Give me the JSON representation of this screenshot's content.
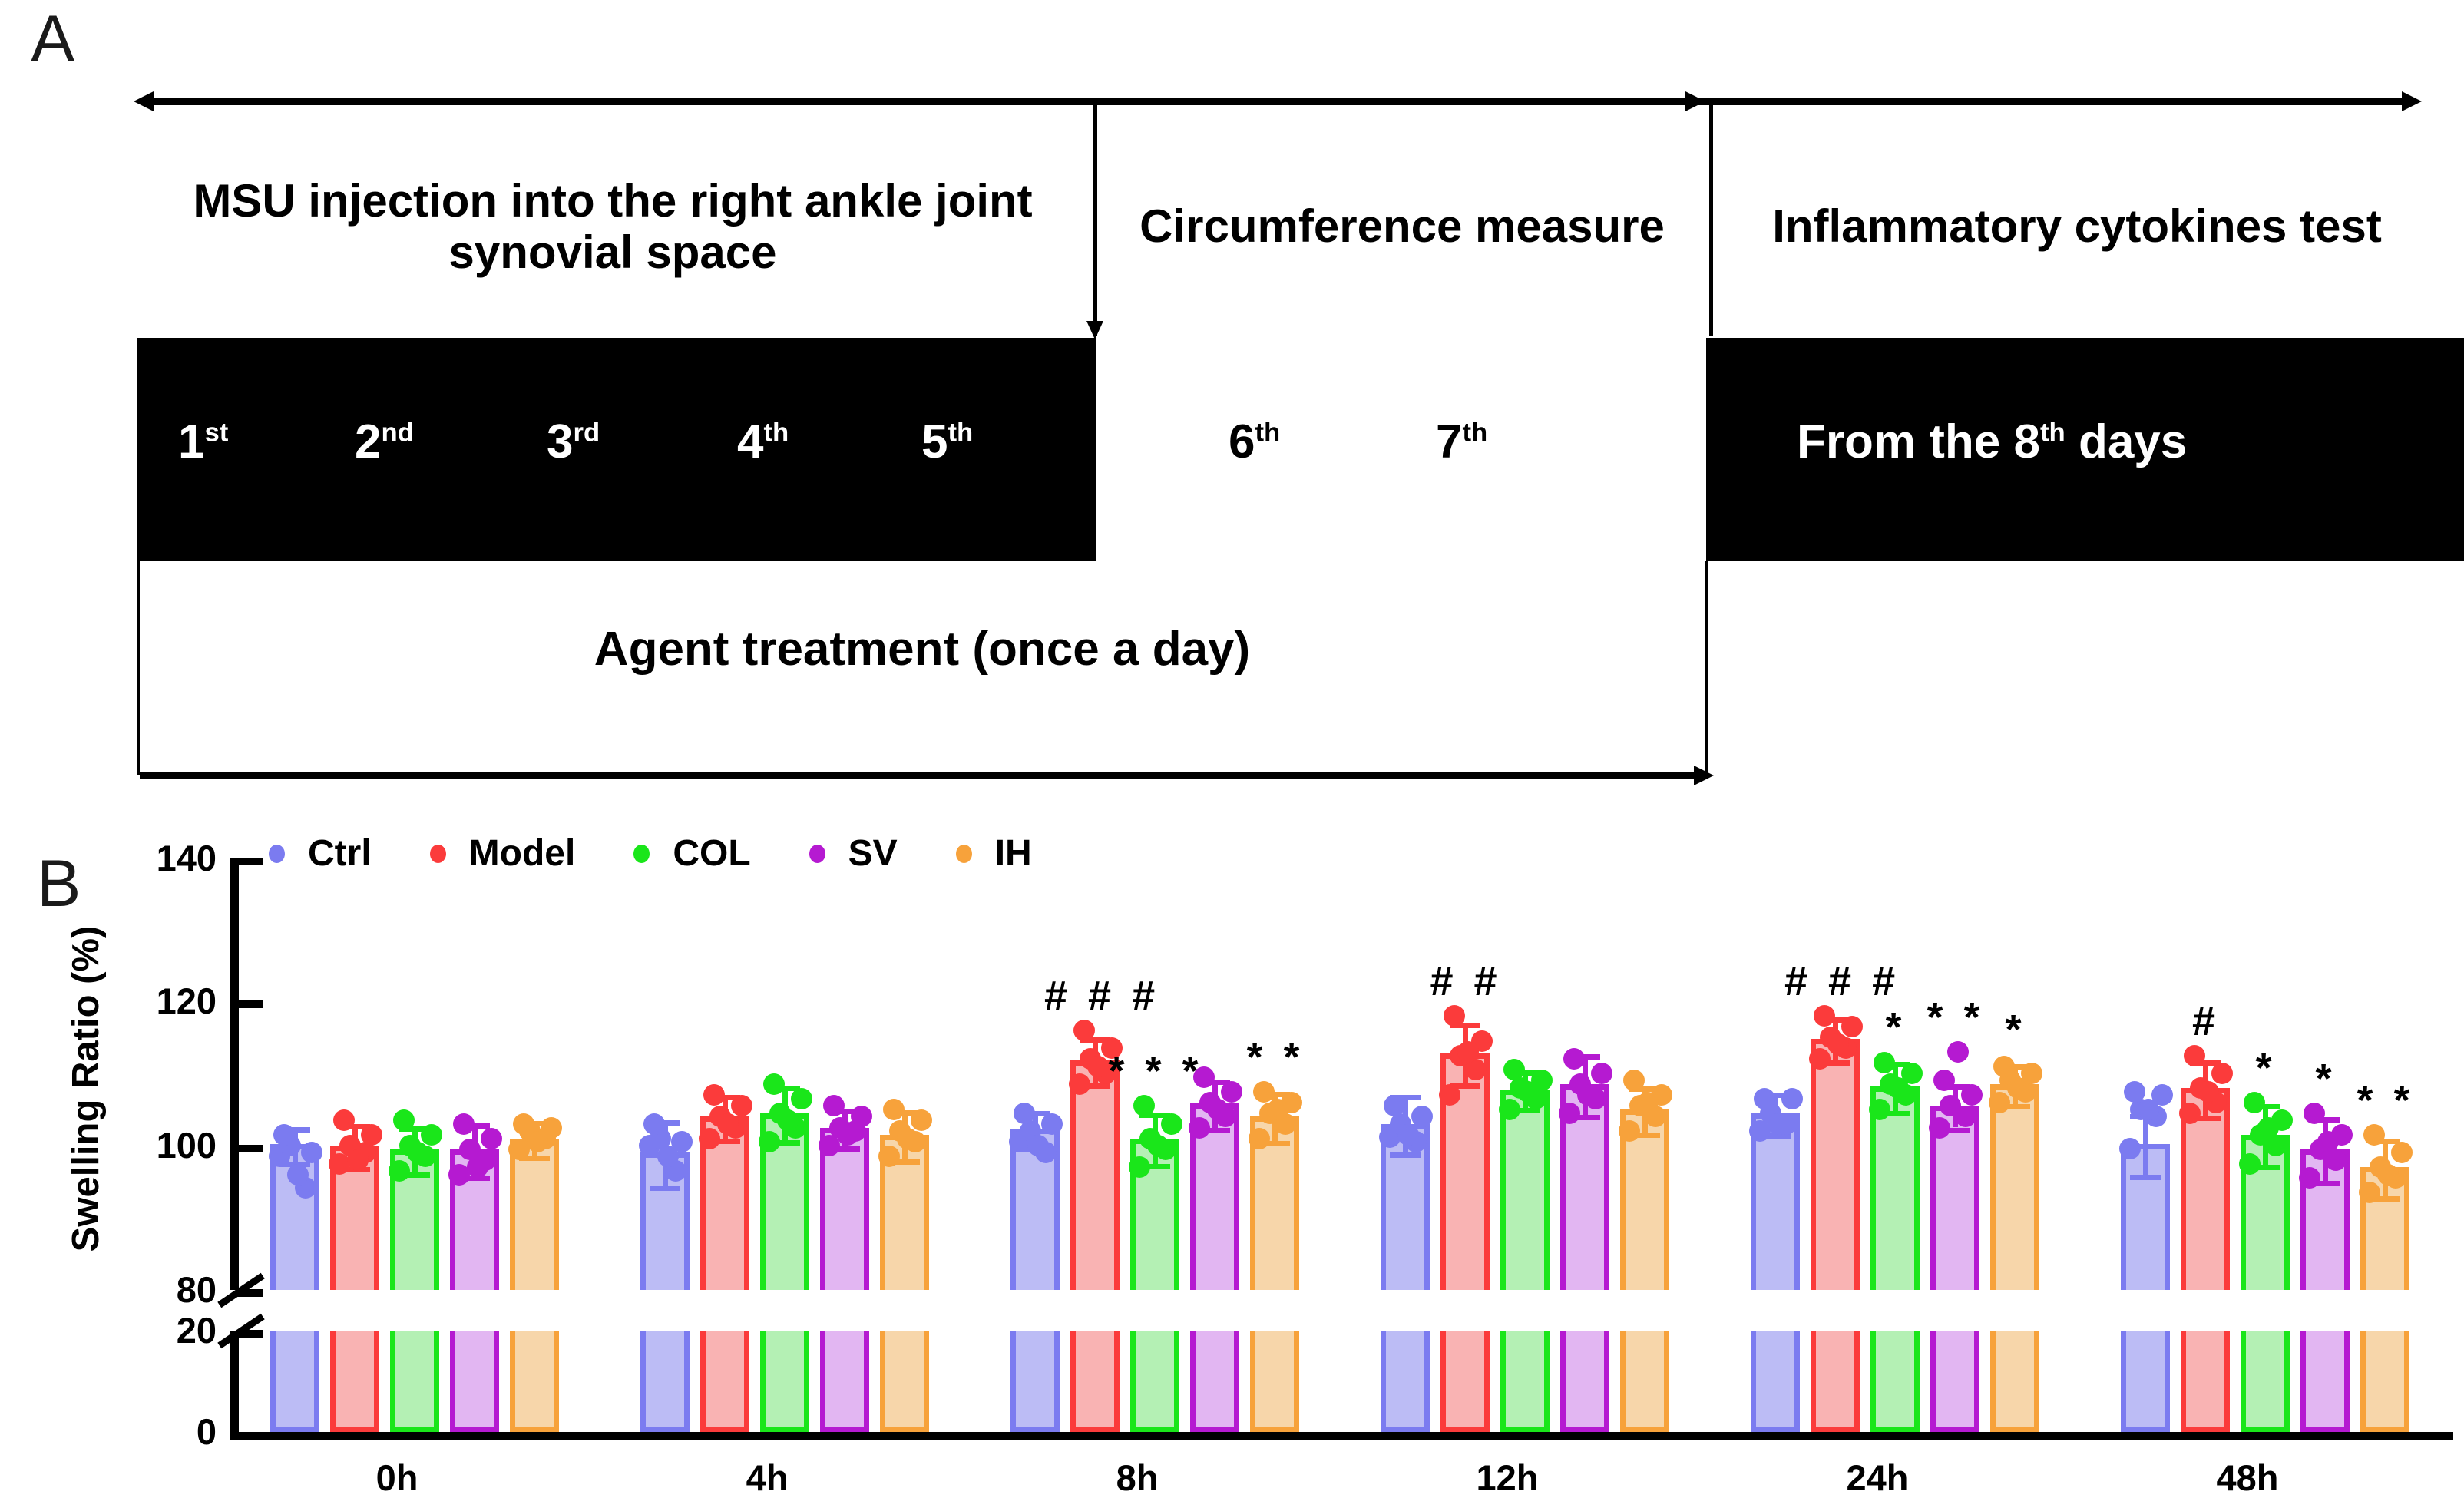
{
  "panels": {
    "a": {
      "letter": "A"
    },
    "b": {
      "letter": "B"
    }
  },
  "timeline": {
    "phases": [
      {
        "id": "injection",
        "text": "MSU  injection into the right ankle joint synovial space"
      },
      {
        "id": "circumference",
        "text": "Circumference measure"
      },
      {
        "id": "cytokines",
        "text": "Inflammatory cytokines test"
      }
    ],
    "day_cells": [
      {
        "id": "day-1",
        "num": "1",
        "ord": "st",
        "style": "black"
      },
      {
        "id": "day-2",
        "num": "2",
        "ord": "nd",
        "style": "black"
      },
      {
        "id": "day-3",
        "num": "3",
        "ord": "rd",
        "style": "black"
      },
      {
        "id": "day-4",
        "num": "4",
        "ord": "th",
        "style": "black"
      },
      {
        "id": "day-5",
        "num": "5",
        "ord": "th",
        "style": "black"
      },
      {
        "id": "day-6",
        "num": "6",
        "ord": "th",
        "style": "white"
      },
      {
        "id": "day-7",
        "num": "7",
        "ord": "th",
        "style": "white"
      }
    ],
    "from_eighth": {
      "pre": "From the ",
      "num": "8",
      "ord": "th",
      "post": " days"
    },
    "treatment_label": "Agent treatment (once a day)"
  },
  "chart_data": {
    "type": "bar",
    "title": "",
    "xlabel": "",
    "ylabel": "Swelling Ratio (%)",
    "ylim": [
      0,
      140
    ],
    "y_ticks": [
      "140",
      "120",
      "100",
      "80",
      "20",
      "0"
    ],
    "axis_break": {
      "upper_low": 80,
      "lower_high": 20
    },
    "grid": false,
    "legend_position": "top",
    "categories": [
      "0h",
      "4h",
      "8h",
      "12h",
      "24h",
      "48h"
    ],
    "series": [
      {
        "name": "Ctrl",
        "color": "#7b7bf0",
        "fill": "#bcbcf5",
        "values": [
          100.2,
          99.0,
          102.3,
          103.0,
          104.5,
          100.2
        ],
        "errors": [
          2.4,
          4.5,
          2.5,
          4.0,
          2.8,
          4.2
        ],
        "points": [
          [
            98.5,
            100.0,
            100.5,
            101.2,
            102.0,
            99.6
          ],
          [
            94.2,
            96.5,
            99.0,
            100.5,
            103.0,
            104.0
          ],
          [
            100.0,
            101.0,
            102.0,
            103.0,
            104.5,
            105.0
          ],
          [
            99.0,
            100.5,
            103.0,
            104.0,
            106.5,
            107.0
          ],
          [
            101.5,
            103.0,
            104.5,
            105.5,
            106.5,
            107.5
          ],
          [
            96.0,
            98.5,
            100.0,
            101.5,
            103.0,
            105.0
          ]
        ],
        "sig": [
          "",
          "",
          "",
          "",
          "",
          ""
        ]
      },
      {
        "name": "Model",
        "color": "#fb3b3b",
        "fill": "#f9b3b3",
        "values": [
          100.0,
          104.0,
          111.8,
          112.8,
          114.8,
          108.0
        ],
        "errors": [
          3.0,
          3.0,
          3.2,
          4.2,
          3.0,
          3.8
        ],
        "points": [
          [
            97.5,
            101.0,
            108.5,
            107.0,
            112.0,
            104.5
          ],
          [
            99.0,
            102.5,
            110.0,
            110.5,
            113.5,
            106.0
          ],
          [
            100.0,
            104.0,
            112.0,
            112.5,
            115.0,
            108.0
          ],
          [
            101.5,
            105.5,
            113.5,
            114.5,
            116.5,
            110.0
          ],
          [
            103.5,
            107.0,
            116.0,
            118.0,
            118.0,
            112.5
          ],
          [
            98.0,
            103.0,
            111.0,
            113.0,
            114.0,
            107.5
          ]
        ],
        "sig": [
          "",
          "",
          "# # #",
          "# #",
          "# # #",
          "#"
        ]
      },
      {
        "name": "COL",
        "color": "#1ae61a",
        "fill": "#b4f0b4",
        "values": [
          99.5,
          104.5,
          101.0,
          107.8,
          108.2,
          101.5
        ],
        "errors": [
          3.2,
          3.8,
          3.6,
          2.6,
          3.4,
          4.2
        ],
        "points": [
          [
            96.5,
            100.5,
            97.0,
            105.0,
            105.0,
            97.5
          ],
          [
            98.5,
            102.5,
            99.5,
            106.5,
            107.0,
            100.0
          ],
          [
            100.0,
            104.5,
            101.0,
            108.0,
            108.5,
            101.5
          ],
          [
            101.5,
            106.5,
            103.0,
            109.0,
            110.0,
            103.5
          ],
          [
            103.5,
            108.5,
            105.5,
            110.5,
            111.5,
            106.0
          ],
          [
            99.0,
            103.5,
            100.0,
            107.5,
            108.0,
            102.5
          ]
        ],
        "sig": [
          "",
          "",
          "* * *",
          "",
          "*",
          "*"
        ]
      },
      {
        "name": "SV",
        "color": "#b51ad1",
        "fill": "#e2b6f2",
        "values": [
          99.5,
          102.5,
          105.8,
          108.5,
          105.5,
          99.5
        ],
        "errors": [
          3.6,
          2.6,
          3.4,
          4.2,
          3.0,
          4.4
        ],
        "points": [
          [
            96.0,
            100.0,
            102.5,
            104.5,
            102.5,
            95.5
          ],
          [
            98.0,
            102.0,
            104.0,
            106.5,
            104.0,
            98.0
          ],
          [
            99.5,
            102.5,
            106.0,
            108.5,
            105.5,
            99.5
          ],
          [
            101.0,
            104.0,
            107.5,
            110.0,
            107.0,
            101.5
          ],
          [
            103.0,
            105.5,
            109.5,
            112.0,
            109.0,
            104.5
          ],
          [
            97.0,
            101.5,
            105.0,
            107.0,
            113.0,
            100.5
          ]
        ],
        "sig": [
          "",
          "",
          "",
          "",
          "* *",
          "*"
        ]
      },
      {
        "name": "IH",
        "color": "#f7a23b",
        "fill": "#f7d6aa",
        "values": [
          101.0,
          101.5,
          104.0,
          105.0,
          108.5,
          97.0
        ],
        "errors": [
          2.4,
          3.4,
          3.4,
          3.2,
          2.8,
          4.0
        ],
        "points": [
          [
            99.5,
            98.5,
            101.0,
            102.0,
            106.0,
            93.5
          ],
          [
            101.0,
            100.5,
            103.0,
            104.0,
            107.5,
            95.5
          ],
          [
            102.0,
            102.0,
            104.5,
            105.5,
            109.0,
            97.0
          ],
          [
            102.5,
            103.5,
            106.0,
            107.0,
            110.0,
            99.0
          ],
          [
            103.0,
            105.0,
            107.5,
            109.0,
            111.0,
            101.5
          ],
          [
            100.5,
            101.0,
            105.0,
            106.0,
            108.0,
            96.0
          ]
        ],
        "sig": [
          "",
          "",
          "* *",
          "",
          "*",
          "* *"
        ]
      }
    ]
  }
}
